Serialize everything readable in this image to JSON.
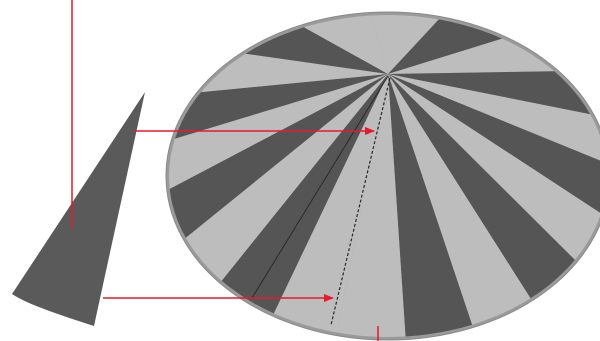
{
  "disc": {
    "sector_count": 20,
    "color_light": "#bdbdbd",
    "color_dark": "#555555",
    "color_rim": "#9a9a9a",
    "dark_sector_indices": [
      1,
      3,
      5,
      7,
      9,
      12,
      14,
      16,
      18
    ]
  },
  "wedge": {
    "color": "#5a5a5a"
  },
  "annotations": {
    "line_color": "#e8192c",
    "cut_line_color": "#2a2a2a"
  }
}
